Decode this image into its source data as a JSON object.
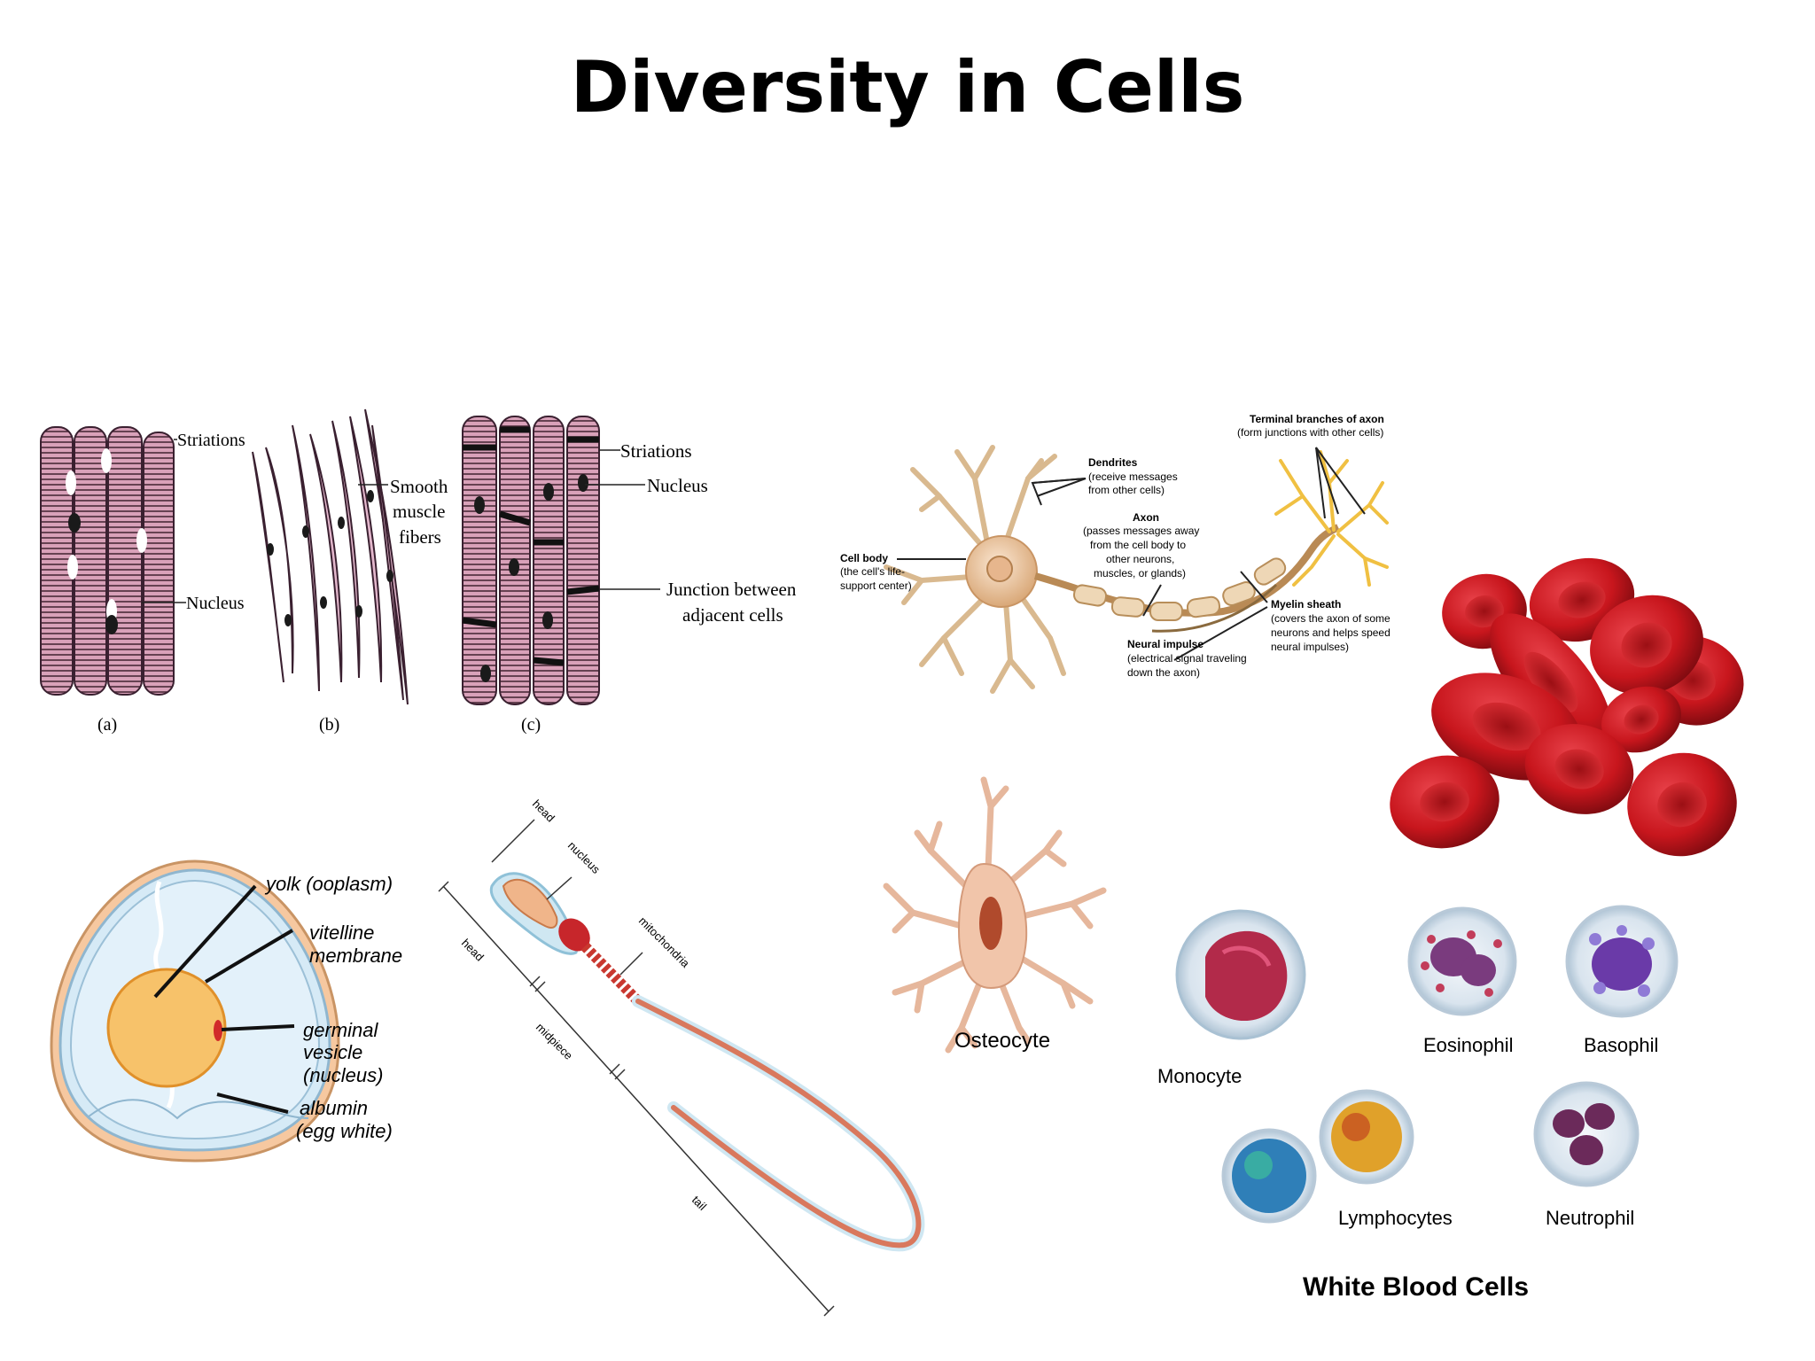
{
  "title": "Diversity in Cells",
  "muscle": {
    "a_label": "(a)",
    "b_label": "(b)",
    "c_label": "(c)",
    "striations_a": "Striations",
    "nucleus_a": "Nucleus",
    "smooth_1": "Smooth",
    "smooth_2": "muscle",
    "smooth_3": "fibers",
    "striations_c": "Striations",
    "nucleus_c": "Nucleus",
    "junction_1": "Junction between",
    "junction_2": "adjacent cells"
  },
  "neuron": {
    "terminal_title": "Terminal branches of axon",
    "terminal_desc": "(form junctions with other cells)",
    "dendrites_title": "Dendrites",
    "dendrites_desc_1": "(receive messages",
    "dendrites_desc_2": "from other cells)",
    "axon_title": "Axon",
    "axon_desc_1": "(passes messages away",
    "axon_desc_2": "from the cell body to",
    "axon_desc_3": "other neurons,",
    "axon_desc_4": "muscles, or glands)",
    "cellbody_title": "Cell body",
    "cellbody_desc_1": "(the cell's life-",
    "cellbody_desc_2": "support center)",
    "myelin_title": "Myelin sheath",
    "myelin_desc_1": "(covers the axon of some",
    "myelin_desc_2": "neurons and helps speed",
    "myelin_desc_3": "neural impulses)",
    "impulse_title": "Neural impulse",
    "impulse_desc_1": "(electrical signal traveling",
    "impulse_desc_2": "down the axon)"
  },
  "egg": {
    "yolk": "yolk (ooplasm)",
    "vitelline_1": "vitelline",
    "vitelline_2": "membrane",
    "germinal_1": "germinal",
    "germinal_2": "vesicle",
    "germinal_3": "(nucleus)",
    "albumin_1": "albumin",
    "albumin_2": "(egg white)"
  },
  "sperm": {
    "head_top": "head",
    "nucleus": "nucleus",
    "mitochondria": "mitochondria",
    "head_side": "head",
    "midpiece": "midpiece",
    "tail": "tail"
  },
  "osteocyte": {
    "label": "Osteocyte"
  },
  "wbc": {
    "monocyte": "Monocyte",
    "eosinophil": "Eosinophil",
    "basophil": "Basophil",
    "lymphocytes": "Lymphocytes",
    "neutrophil": "Neutrophil",
    "title": "White Blood Cells"
  },
  "colors": {
    "muscle_fill": "#d9a1b9",
    "rbc": "#c8161d",
    "axon": "#c9a06a",
    "yolk": "#f7c26a",
    "albumin": "#d6eaf6",
    "sperm": "#d9785d"
  }
}
